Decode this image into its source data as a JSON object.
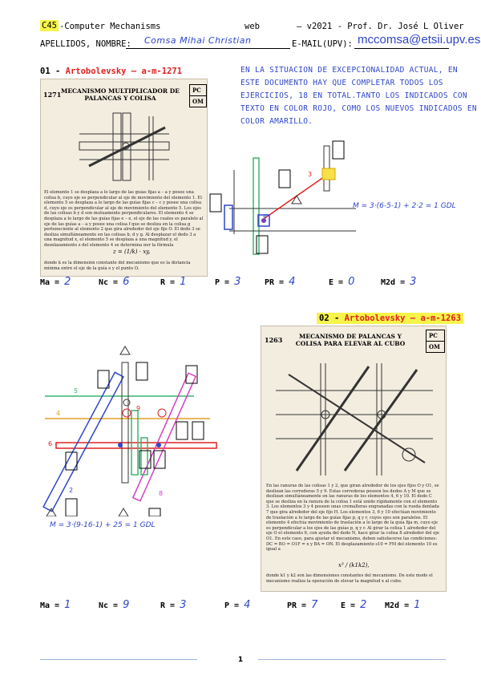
{
  "header": {
    "course_code": "C45",
    "course_title": "-Computer Mechanisms",
    "mode": "web",
    "edition": "– v2021 - Prof. Dr. José L Oliver"
  },
  "student": {
    "names_label": "APELLIDOS, NOMBRE:",
    "names_value": "Comsa Mihai Christian",
    "email_label": "E-MAIL(UPV):",
    "email_value": "mccomsa@etsii.upv.es"
  },
  "notice": "EN LA SITUACION DE EXCEPCIONALIDAD ACTUAL, EN ESTE DOCUMENTO HAY QUE COMPLETAR TODOS LOS EJERCICIOS, 18 EN TOTAL.TANTO LOS INDICADOS CON TEXTO EN COLOR ROJO, COMO LOS NUEVOS INDICADOS EN COLOR AMARILLO.",
  "exercises": [
    {
      "number": "01 -",
      "name": "Artobolevsky – a-m-1271",
      "scan": {
        "number": "1271",
        "title": "MECANISMO MULTIPLICADOR DE PALANCAS Y COLISA",
        "codes": [
          "PC",
          "OM"
        ],
        "body": "El elemento 1 se desplaza a lo largo de las guías fijas a – a y posee una colisa b, cuyo eje es perpendicular al eje de movimiento del elemento 1. El elemento 5 se desplaza a lo largo de las guías fijas c – c y posee una colisa d, cuyo eje es perpendicular al eje de movimiento del elemento 5. Los ejes de las colisas b y d son mutuamente perpendiculares. El elemento 4 se desplaza a lo largo de las guías fijas e – e, el eje de las cuales es paralelo al eje de las guías a – a y posee una colisa f que se desliza en la colisa g perteneciente al elemento 2 que gira alrededor del eje fijo O. El dedo 3 se desliza simultáneamente en las colisas b, d y g. Al desplazar el dedo 3 a una magnitud x, el elemento 5 se desplaza a una magnitud y, el desplazamiento z del elemento 4 se determina por la fórmula",
        "formula": "z = (1/k) · xy,",
        "footer": "donde k es la dimensión constante del mecanismo que es la distancia mínima entre el eje de la guía e y el punto O."
      },
      "sketch_note": "M = 3·(6-5-1) + 2·2 = 1 GDL",
      "results": [
        {
          "label": "Ma =",
          "value": "2"
        },
        {
          "label": "Nc =",
          "value": "6"
        },
        {
          "label": "R =",
          "value": "1"
        },
        {
          "label": "P =",
          "value": "3"
        },
        {
          "label": "PR =",
          "value": "4"
        },
        {
          "label": "E =",
          "value": "0"
        },
        {
          "label": "M2d =",
          "value": "3"
        }
      ]
    },
    {
      "number": "02 -",
      "name": "Artobolevsky – a-m-1263",
      "scan": {
        "number": "1263",
        "title": "MECANISMO DE PALANCAS Y COLISA PARA ELEVAR AL CUBO",
        "codes": [
          "PC",
          "OM"
        ],
        "body": "En las ranuras de las colisas 1 y 2, que giran alrededor de los ejes fijos O y O1, se deslizan las correderas 5 y 9. Estas correderas poseen los dedos A y M que se deslizan simultáneamente en las ranuras de los elementos 4, 6 y 10. El dedo C que se desliza en la ranura de la colisa 1 está unido rígidamente con el elemento 3. Los elementos 3 y 4 poseen unas cremalleras engranadas con la rueda dentada 7 que gira alrededor del eje fijo H. Los elementos 3, 6 y 10 efectúan movimiento de traslación a lo largo de las guías fijas p, q y r, cuyos ejes son paralelos. El elemento 4 efectúa movimiento de traslación a lo largo de la guía fija m, cuyo eje es perpendicular a los ejes de las guías p, q y r. Al girar la colisa 1 alrededor del eje O el elemento 6, con ayuda del dedo N, hace girar la colisa 8 alrededor del eje O1. En este caso, para ajustar el mecanismo, deben satisfacerse las condiciones: DC = BO = O1F = x y BA = ON. El desplazamiento s10 = FM del elemento 10 es igual a",
        "formula": "x³ / (k1k2),",
        "footer": "donde k1 y k2 son las dimensiones constantes del mecanismo. De este modo el mecanismo realiza la operación de elevar la magnitud x al cubo."
      },
      "sketch_note": "M = 3·(9-16-1) + 25 = 1 GDL",
      "results": [
        {
          "label": "Ma =",
          "value": "1"
        },
        {
          "label": "Nc =",
          "value": "9"
        },
        {
          "label": "R =",
          "value": "3"
        },
        {
          "label": "P =",
          "value": "4"
        },
        {
          "label": "PR =",
          "value": "7"
        },
        {
          "label": "E =",
          "value": "2"
        },
        {
          "label": "M2d =",
          "value": "1"
        }
      ]
    }
  ],
  "page_number": "1",
  "colors": {
    "handwriting": "#2f46c8",
    "highlight": "#f7f44a",
    "exercise_name": "#e02020"
  }
}
